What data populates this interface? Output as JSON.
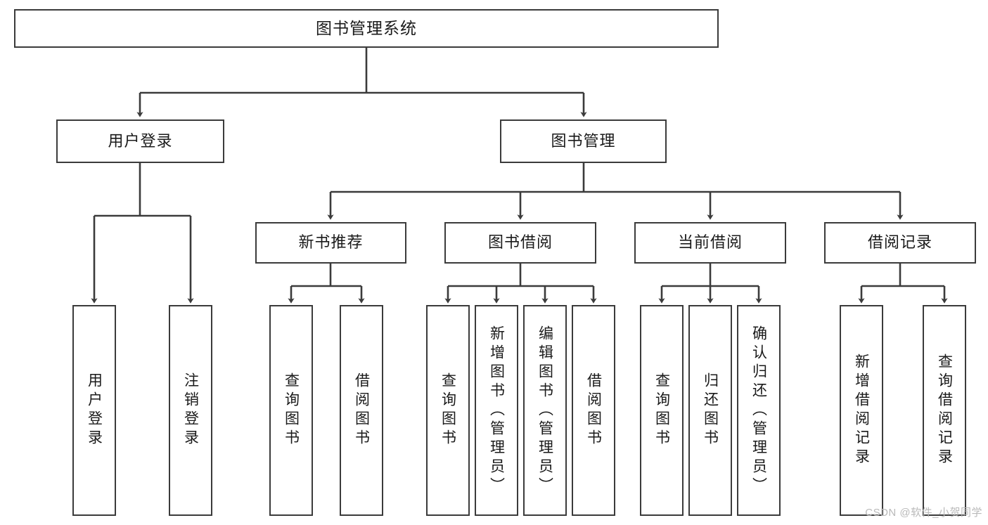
{
  "diagram": {
    "title": "图书管理系统",
    "type": "tree-hierarchy-chart",
    "root": {
      "label": "图书管理系统"
    },
    "level2": [
      {
        "label": "用户登录"
      },
      {
        "label": "图书管理"
      }
    ],
    "level3": [
      {
        "label": "新书推荐"
      },
      {
        "label": "图书借阅"
      },
      {
        "label": "当前借阅"
      },
      {
        "label": "借阅记录"
      }
    ],
    "leaves": {
      "user_login": [
        {
          "label": "用户登录"
        },
        {
          "label": "注销登录"
        }
      ],
      "new_book_recommend": [
        {
          "label": "查询图书"
        },
        {
          "label": "借阅图书"
        }
      ],
      "book_borrow": [
        {
          "label": "查询图书"
        },
        {
          "label": "新增图书（管理员）"
        },
        {
          "label": "编辑图书（管理员）"
        },
        {
          "label": "借阅图书"
        }
      ],
      "current_borrow": [
        {
          "label": "查询图书"
        },
        {
          "label": "归还图书"
        },
        {
          "label": "确认归还（管理员）"
        }
      ],
      "borrow_record": [
        {
          "label": "新增借阅记录"
        },
        {
          "label": "查询借阅记录"
        }
      ]
    }
  },
  "watermark": {
    "text": "CSDN @软件_小贺同学"
  },
  "colors": {
    "stroke": "#3b3b3b",
    "text": "#1a1a1a",
    "background": "#ffffff",
    "watermark": "#b9b9b9"
  }
}
